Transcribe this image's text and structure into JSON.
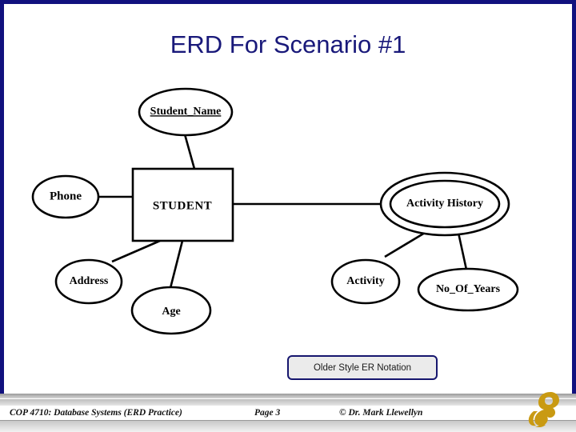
{
  "slide": {
    "title": "ERD For Scenario #1",
    "title_color": "#19197a",
    "border_color": "#11117e",
    "background": "#ffffff"
  },
  "erd": {
    "entity": {
      "name": "STUDENT",
      "shape": "rectangle"
    },
    "attributes": [
      {
        "name": "Student_Name",
        "shape": "ellipse",
        "underlined": true,
        "role": "key-attribute"
      },
      {
        "name": "Phone",
        "shape": "ellipse",
        "underlined": false,
        "role": "attribute"
      },
      {
        "name": "Address",
        "shape": "ellipse",
        "underlined": false,
        "role": "attribute"
      },
      {
        "name": "Age",
        "shape": "ellipse",
        "underlined": false,
        "role": "attribute"
      },
      {
        "name": "Activity History",
        "shape": "double-ellipse",
        "underlined": false,
        "role": "multivalued-composite-attribute"
      },
      {
        "name": "Activity",
        "shape": "ellipse",
        "underlined": false,
        "role": "component-attribute"
      },
      {
        "name": "No_Of_Years",
        "shape": "ellipse",
        "underlined": false,
        "role": "component-attribute"
      }
    ],
    "connections": [
      {
        "from": "STUDENT",
        "to": "Student_Name"
      },
      {
        "from": "STUDENT",
        "to": "Phone"
      },
      {
        "from": "STUDENT",
        "to": "Address"
      },
      {
        "from": "STUDENT",
        "to": "Age"
      },
      {
        "from": "STUDENT",
        "to": "Activity History"
      },
      {
        "from": "Activity History",
        "to": "Activity"
      },
      {
        "from": "Activity History",
        "to": "No_Of_Years"
      }
    ],
    "line_color": "#000000"
  },
  "callout": {
    "label": "Older Style ER Notation",
    "border_color": "#16166e",
    "fill_color": "#ebebeb"
  },
  "footer": {
    "course": "COP 4710: Database Systems  (ERD Practice)",
    "page": "Page 3",
    "author": "© Dr. Mark Llewellyn",
    "logo": "pegasus-logo",
    "logo_color": "#c99a12"
  }
}
